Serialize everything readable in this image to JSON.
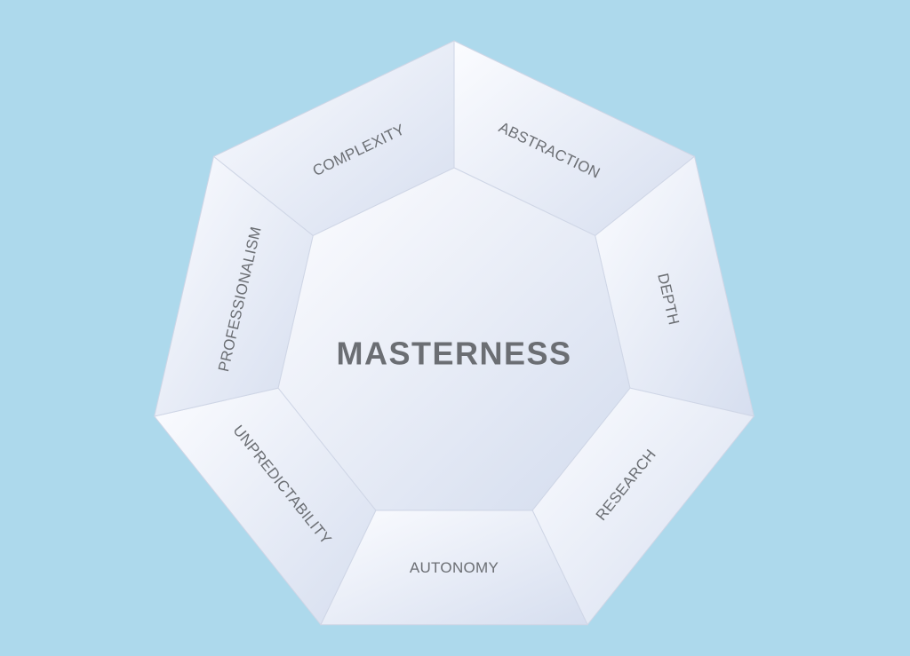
{
  "diagram": {
    "center": {
      "label": "MASTERNESS"
    },
    "segments": [
      {
        "id": "abstraction",
        "label": "ABSTRACTION"
      },
      {
        "id": "depth",
        "label": "DEPTH"
      },
      {
        "id": "research",
        "label": "RESEARCH"
      },
      {
        "id": "autonomy",
        "label": "AUTONOMY"
      },
      {
        "id": "unpredictability",
        "label": "UNPREDICTABILITY"
      },
      {
        "id": "professionalism",
        "label": "PROFESSIONALISM"
      },
      {
        "id": "complexity",
        "label": "COMPLEXITY"
      }
    ],
    "colors": {
      "background": "#add9ec",
      "segment_light": "#fafbfe",
      "segment_dark": "#d6deef",
      "text": "#6b6e73"
    }
  }
}
